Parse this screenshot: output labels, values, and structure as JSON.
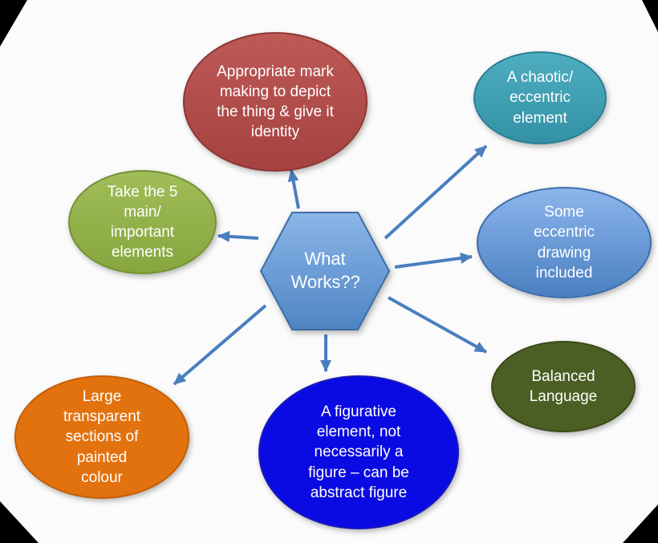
{
  "palette": {
    "arrow": "#4a7fbf",
    "background": "#fbfbfb",
    "text": "#ffffff"
  },
  "center": {
    "label": "What Works??",
    "fill_top": "#8ab6e8",
    "fill_bottom": "#4f84c4",
    "border": "#3d6ea5"
  },
  "nodes": [
    {
      "id": "appropriate-mark-making",
      "label": "Appropriate mark making to depict the thing & give it identity",
      "color": "#b2504d"
    },
    {
      "id": "chaotic-eccentric-element",
      "label": "A chaotic/ eccentric element",
      "color": "#3f9fb3"
    },
    {
      "id": "some-eccentric-drawing",
      "label": "Some eccentric drawing included",
      "color": "#6b9fe0"
    },
    {
      "id": "balanced-language",
      "label": "Balanced Language",
      "color": "#4b5e23"
    },
    {
      "id": "figurative-element",
      "label": "A figurative element, not necessarily a figure – can be abstract figure",
      "color": "#0a0ae2"
    },
    {
      "id": "large-transparent-sections",
      "label": "Large transparent sections of painted colour",
      "color": "#e2720e"
    },
    {
      "id": "take-5-main-elements",
      "label": "Take the 5 main/ important elements",
      "color": "#92b24b"
    }
  ]
}
